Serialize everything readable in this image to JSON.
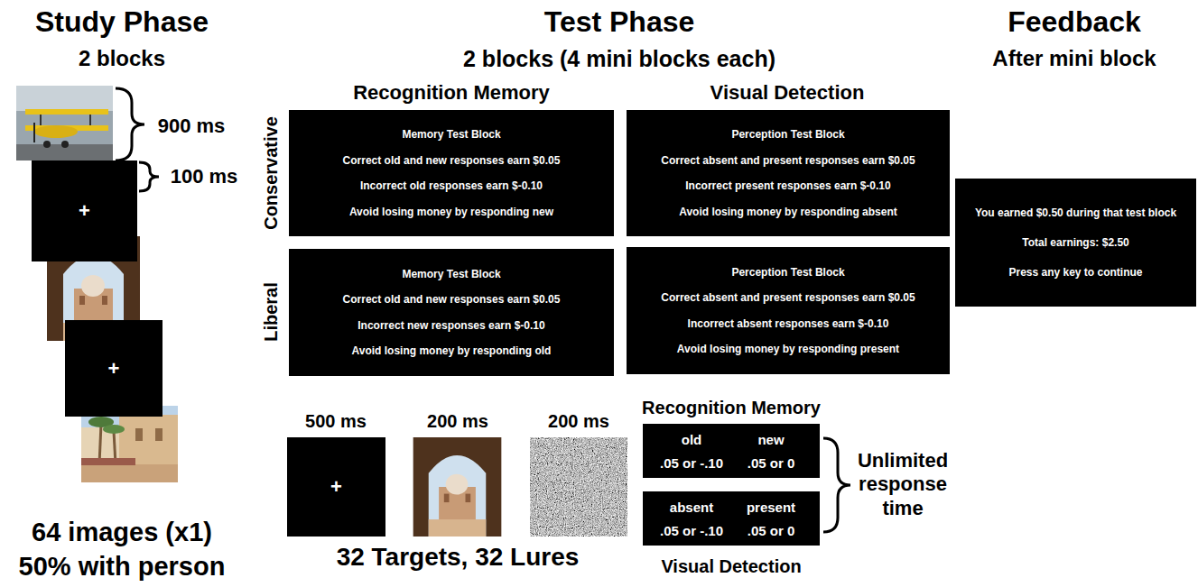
{
  "diagram": {
    "nodes": [
      {
        "text": [
          "+"
        ]
      },
      {
        "text": [
          "+"
        ]
      },
      {
        "text": [
          "Memory Test Block",
          "Correct old and new responses earn $0.05",
          "Incorrect old responses earn $-0.10",
          "Avoid losing money by responding new"
        ]
      },
      {
        "text": [
          "Perception Test Block",
          "Correct absent and present responses earn $0.05",
          "Incorrect present responses earn $-0.10",
          "Avoid losing money by responding absent"
        ]
      },
      {
        "text": [
          "Memory Test Block",
          "Correct old and new responses earn $0.05",
          "Incorrect new responses earn $-0.10",
          "Avoid losing money by responding old"
        ]
      },
      {
        "text": [
          "Perception Test Block",
          "Correct absent and present responses earn $0.05",
          "Incorrect absent responses earn $-0.10",
          "Avoid losing money by responding present"
        ]
      },
      {
        "text": [
          "You earned $0.50 during that test block",
          "Total earnings: $2.50",
          "Press any key to continue"
        ]
      },
      {
        "text": [
          "+"
        ]
      },
      {
        "text": [
          "old",
          ".05 or -.10",
          "new",
          ".05 or 0"
        ]
      },
      {
        "text": [
          "absent",
          ".05 or -.10",
          "present",
          ".05 or 0"
        ]
      }
    ],
    "labels": [
      "Study Phase",
      "2 blocks",
      "900 ms",
      "100 ms",
      "64 images (x1)",
      "50% with person",
      "Test Phase",
      "2 blocks (4 mini blocks each)",
      "Recognition Memory",
      "Visual Detection",
      "Conservative",
      "Liberal",
      "500 ms",
      "200 ms",
      "200 ms",
      "32 Targets, 32 Lures",
      "Recognition Memory",
      "Unlimited response time",
      "Visual Detection",
      "Feedback",
      "After mini block"
    ]
  }
}
